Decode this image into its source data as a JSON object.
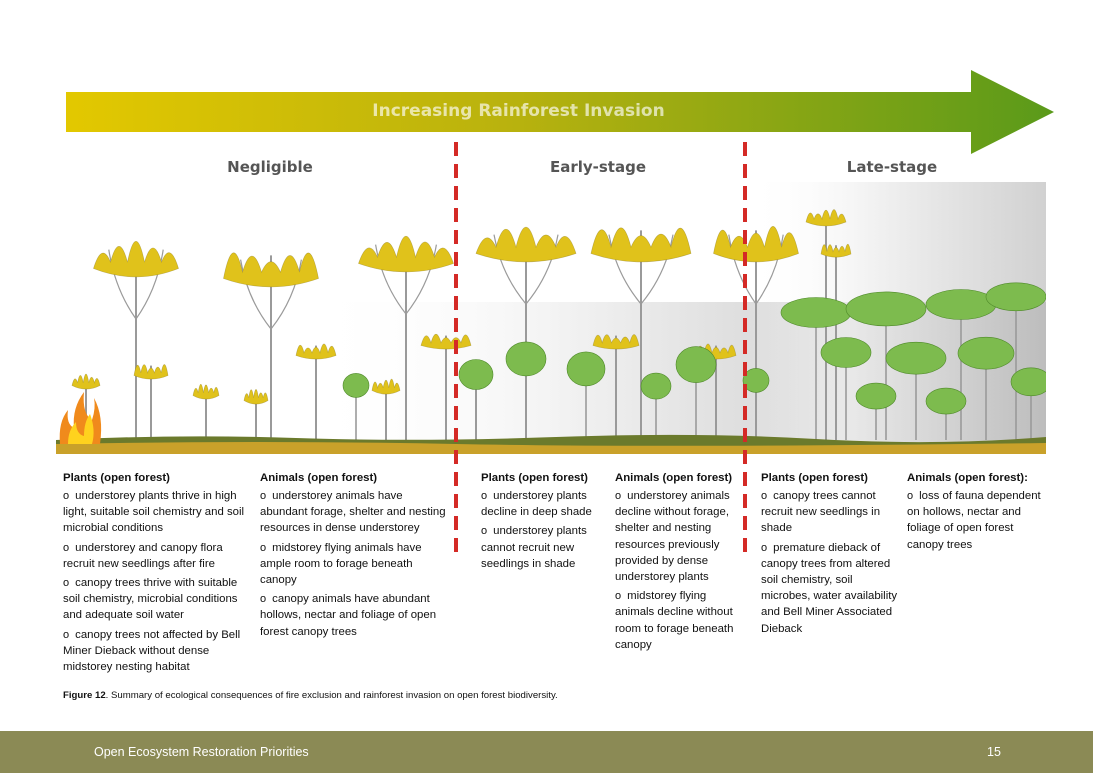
{
  "arrow": {
    "label": "Increasing Rainforest Invasion",
    "start_color": "#e3c800",
    "end_color": "#5a9a1a"
  },
  "stages": [
    {
      "label": "Negligible"
    },
    {
      "label": "Early-stage"
    },
    {
      "label": "Late-stage"
    }
  ],
  "colors": {
    "eucalypt_canopy": "#e0c21b",
    "rainforest_canopy": "#7dbb4e",
    "divider": "#d42a26",
    "footer": "#8b8a55"
  },
  "columns": [
    {
      "heading": "Plants (open forest)",
      "items": [
        "understorey plants thrive in high light, suitable soil chemistry and soil microbial conditions",
        "understorey and canopy flora recruit new seedlings after fire",
        "canopy trees thrive with suitable soil chemistry, microbial conditions and adequate soil water",
        "canopy trees not affected by Bell Miner Dieback without dense midstorey nesting habitat"
      ]
    },
    {
      "heading": "Animals (open forest)",
      "items": [
        "understorey animals have abundant forage, shelter and nesting resources in dense understorey",
        "midstorey flying animals have ample room to forage beneath canopy",
        "canopy animals have abundant hollows, nectar and foliage of open forest canopy trees"
      ]
    },
    {
      "heading": "Plants (open forest)",
      "items": [
        "understorey plants decline in deep shade",
        "understorey plants cannot recruit new seedlings in shade"
      ]
    },
    {
      "heading": "Animals (open forest)",
      "items": [
        "understorey animals decline without forage, shelter and nesting resources previously provided by dense understorey plants",
        "midstorey flying animals decline without room to forage beneath canopy"
      ]
    },
    {
      "heading": "Plants (open forest)",
      "items": [
        "canopy trees cannot recruit new seedlings in shade",
        "premature dieback of canopy trees from altered soil chemistry, soil microbes, water availability and Bell Miner Associated Dieback"
      ]
    },
    {
      "heading": "Animals (open forest):",
      "items": [
        "loss of fauna dependent on hollows, nectar and foliage of open forest canopy trees"
      ]
    }
  ],
  "caption": {
    "label": "Figure 12",
    "text": ". Summary of ecological consequences of fire exclusion and rainforest invasion on open forest biodiversity."
  },
  "footer": {
    "title": "Open Ecosystem Restoration Priorities",
    "page": "15"
  },
  "bullet_symbol": "o"
}
